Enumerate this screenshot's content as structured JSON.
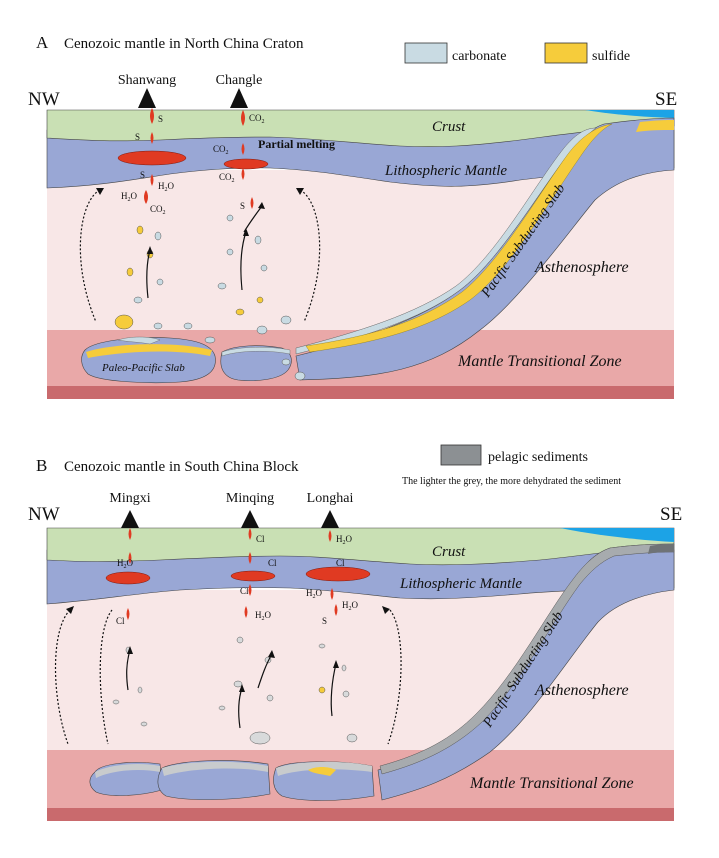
{
  "panel_a": {
    "letter": "A",
    "title": "Cenozoic mantle in North China Craton",
    "legend": [
      {
        "label": "carbonate",
        "color": "#c9dbe3"
      },
      {
        "label": "sulfide",
        "color": "#f6cc3b"
      }
    ],
    "nw": "NW",
    "se": "SE",
    "volcanoes": [
      "Shanwang",
      "Changle"
    ],
    "layers": {
      "crust": "Crust",
      "lithosphere": "Lithospheric Mantle",
      "asthenosphere": "Asthenosphere",
      "mtz": "Mantle Transitional Zone",
      "slab": "Pacific Subducting Slab",
      "paleo_slab": "Paleo-Pacific Slab"
    },
    "partial_melting": "Partial melting",
    "species": {
      "s": "S",
      "co2_main": "CO",
      "co2_sub": "2",
      "h2o_pre": "H",
      "h2o_sub": "2",
      "h2o_post": "O"
    }
  },
  "panel_b": {
    "letter": "B",
    "title": "Cenozoic mantle in South China Block",
    "legend": {
      "label": "pelagic sediments",
      "note": "The lighter the grey, the more dehydrated the sediment",
      "color": "#8c9093"
    },
    "nw": "NW",
    "se": "SE",
    "volcanoes": [
      "Mingxi",
      "Minqing",
      "Longhai"
    ],
    "layers": {
      "crust": "Crust",
      "lithosphere": "Lithospheric Mantle",
      "asthenosphere": "Asthenosphere",
      "mtz": "Mantle Transitional Zone",
      "slab": "Pacific Subducting Slab"
    },
    "species": {
      "cl": "Cl",
      "s": "S",
      "h2o_pre": "H",
      "h2o_sub": "2",
      "h2o_post": "O"
    }
  },
  "colors": {
    "crust": "#c9e0b4",
    "lithosphere": "#99a7d5",
    "asthenosphere": "#f8e7e7",
    "mtz": "#e9a8a8",
    "base": "#c96a6d",
    "ocean": "#1ca3e6",
    "melt": "#e03a22",
    "carbonate": "#c9dbe3",
    "sulfide": "#f6cc3b",
    "sediment": "#8c9093"
  }
}
